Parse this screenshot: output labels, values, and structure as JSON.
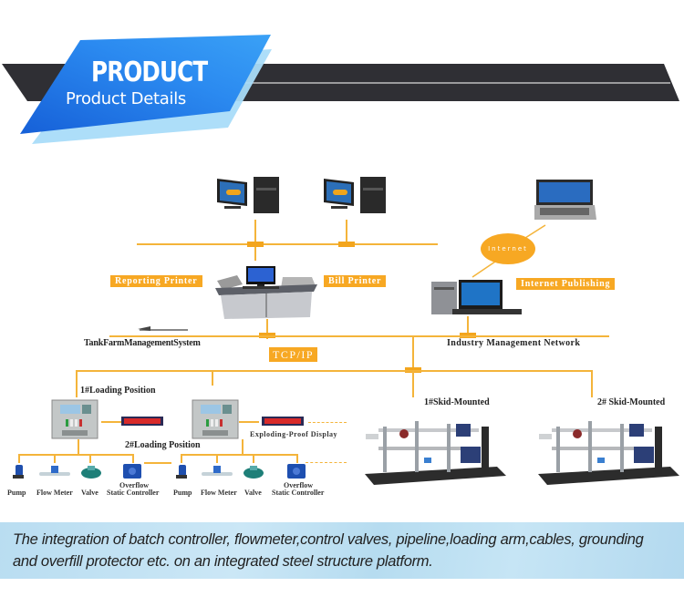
{
  "header": {
    "title": "PRODUCT",
    "subtitle": "Product Details",
    "colors": {
      "blue_primary": "#1a73e8",
      "blue_light": "#9fd3f7",
      "dark_bar": "#2d2d32"
    }
  },
  "diagram": {
    "line_color": "#f4b43a",
    "tag_color": "#f7a823",
    "tags": {
      "reporting_printer": "Reporting Printer",
      "bill_printer": "Bill Printer",
      "internet_publishing": "Internet Publishing",
      "tcp_ip": "TCP/IP",
      "internet": "Internet"
    },
    "labels": {
      "tank_farm": "TankFarmManagementSystem",
      "industry_network": "Industry Management Network",
      "loading_position_1": "1#Loading Position",
      "loading_position_2": "2#Loading Position",
      "explosion_proof_display": "Exploding-Proof Display",
      "skid_mounted_1": "1#Skid-Mounted",
      "skid_mounted_2": "2# Skid-Mounted"
    },
    "devices": {
      "workstation_1": "desktop-computer",
      "workstation_2": "desktop-computer",
      "laptop": "laptop",
      "console": "control-console",
      "server": "desktop-computer",
      "batch_controller_1": "batch-controller",
      "batch_controller_2": "batch-controller",
      "led_display_1": "led-display",
      "led_display_2": "led-display",
      "skid_1": "skid-mounted-unit",
      "skid_2": "skid-mounted-unit"
    },
    "components_group_1": [
      {
        "label": "Pump",
        "icon": "pump"
      },
      {
        "label": "Flow Meter",
        "icon": "flow-meter"
      },
      {
        "label": "Valve",
        "icon": "valve"
      },
      {
        "label_line1": "Overflow",
        "label": "Static Controller",
        "icon": "overflow-controller"
      }
    ],
    "components_group_2": [
      {
        "label": "Pump",
        "icon": "pump"
      },
      {
        "label": "Flow Meter",
        "icon": "flow-meter"
      },
      {
        "label": "Valve",
        "icon": "valve"
      },
      {
        "label_line1": "Overflow",
        "label": "Static Controller",
        "icon": "overflow-controller"
      }
    ]
  },
  "caption": {
    "text": "The integration of batch controller, flowmeter,control valves, pipeline,loading arm,cables, grounding and overfill protector etc. on an integrated steel structure platform."
  }
}
